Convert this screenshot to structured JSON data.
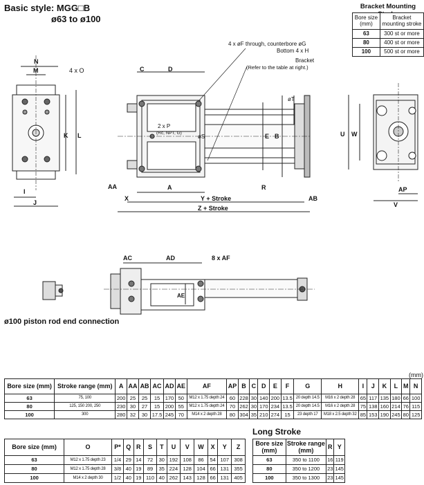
{
  "title": "Basic style: MGG□B",
  "subtitle": "ø63 to ø100",
  "caption": "ø100 piston rod end connection",
  "units": "(mm)",
  "bracket": {
    "title": "Bracket Mounting Stroke",
    "headers": [
      "Bore size (mm)",
      "Bracket mounting stroke"
    ],
    "rows": [
      [
        "63",
        "300 st or more"
      ],
      [
        "80",
        "400 st or more"
      ],
      [
        "100",
        "500 st or more"
      ]
    ]
  },
  "drawing_labels": {
    "n": "N",
    "m": "M",
    "o": "4 x O",
    "k": "K",
    "l": "L",
    "i": "I",
    "j": "J",
    "c": "C",
    "d": "D",
    "f_note": "4 x øF through, counterbore øG",
    "h_note": "Bottom 4 x H",
    "bracket_note": "Bracket",
    "bracket_ref": "(Refer to the table at right.)",
    "p_note": "2 x P",
    "p_sub": "(Rc, NPT, G)",
    "s": "øS",
    "t": "øT",
    "e": "E",
    "b": "B",
    "aa": "AA",
    "a": "A",
    "r": "R",
    "x": "X",
    "y": "Y + Stroke",
    "z": "Z + Stroke",
    "ab": "AB",
    "u": "U",
    "w": "W",
    "ap": "AP",
    "v": "V",
    "ac": "AC",
    "ad": "AD",
    "af": "8 x AF",
    "ae": "AE"
  },
  "main_table": {
    "headers": [
      "Bore size (mm)",
      "Stroke range (mm)",
      "A",
      "AA",
      "AB",
      "AC",
      "AD",
      "AE",
      "AF",
      "AP",
      "B",
      "C",
      "D",
      "E",
      "F",
      "G",
      "H",
      "I",
      "J",
      "K",
      "L",
      "M",
      "N"
    ],
    "rows": [
      [
        "63",
        "75, 100",
        "200",
        "25",
        "25",
        "15",
        "170",
        "50",
        "M12 x 1.75 depth 24",
        "60",
        "228",
        "30",
        "140",
        "200",
        "13.5",
        "20 depth 14.5",
        "M16 x 2 depth 28",
        "65",
        "117",
        "135",
        "180",
        "66",
        "100"
      ],
      [
        "80",
        "125, 150 200, 250",
        "230",
        "30",
        "27",
        "15",
        "200",
        "55",
        "M12 x 1.75 depth 24",
        "70",
        "262",
        "30",
        "170",
        "234",
        "13.5",
        "20 depth 14.5",
        "M16 x 2 depth 28",
        "75",
        "138",
        "160",
        "214",
        "76",
        "115"
      ],
      [
        "100",
        "300",
        "280",
        "32",
        "30",
        "17.5",
        "245",
        "70",
        "M14 x 2 depth 28",
        "80",
        "304",
        "35",
        "210",
        "274",
        "15",
        "23 depth 17",
        "M18 x 2.5 depth 32",
        "85",
        "153",
        "190",
        "245",
        "80",
        "125"
      ]
    ]
  },
  "second_table": {
    "headers": [
      "Bore size (mm)",
      "O",
      "P*",
      "Q",
      "R",
      "S",
      "T",
      "U",
      "V",
      "W",
      "X",
      "Y",
      "Z"
    ],
    "rows": [
      [
        "63",
        "M12 x 1.75 depth 23",
        "1/4",
        "29",
        "14",
        "72",
        "30",
        "192",
        "108",
        "86",
        "54",
        "107",
        "308"
      ],
      [
        "80",
        "M12 x 1.75 depth 28",
        "3/8",
        "40",
        "19",
        "89",
        "35",
        "224",
        "128",
        "104",
        "66",
        "131",
        "355"
      ],
      [
        "100",
        "M14 x 2 depth 30",
        "1/2",
        "40",
        "19",
        "110",
        "40",
        "262",
        "143",
        "128",
        "66",
        "131",
        "405"
      ]
    ]
  },
  "long_stroke": {
    "title": "Long Stroke",
    "headers": [
      "Bore size (mm)",
      "Stroke range (mm)",
      "R",
      "Y"
    ],
    "rows": [
      [
        "63",
        "350 to 1100",
        "16",
        "119"
      ],
      [
        "80",
        "350 to 1200",
        "23",
        "145"
      ],
      [
        "100",
        "350 to 1300",
        "23",
        "145"
      ]
    ]
  }
}
